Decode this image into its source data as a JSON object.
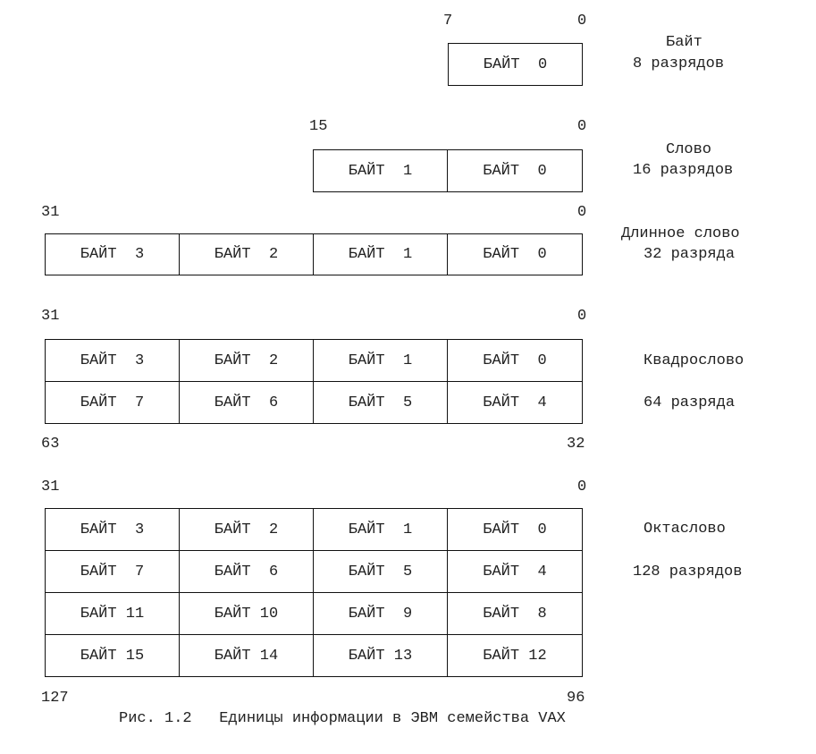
{
  "byte": {
    "bit_high": "7",
    "bit_low": "0",
    "cells": [
      [
        "БАЙТ  0"
      ]
    ],
    "name": "Байт",
    "bits": "8 разрядов"
  },
  "word": {
    "bit_high": "15",
    "bit_low": "0",
    "cells": [
      [
        "БАЙТ  1",
        "БАЙТ  0"
      ]
    ],
    "name": "Слово",
    "bits": "16 разрядов"
  },
  "longword": {
    "bit_high": "31",
    "bit_low": "0",
    "cells": [
      [
        "БАЙТ  3",
        "БАЙТ  2",
        "БАЙТ  1",
        "БАЙТ  0"
      ]
    ],
    "name": "Длинное слово",
    "bits": "32 разряда"
  },
  "quadword": {
    "bit_high": "31",
    "bit_low": "0",
    "bit_bottom_high": "63",
    "bit_bottom_low": "32",
    "cells": [
      [
        "БАЙТ  3",
        "БАЙТ  2",
        "БАЙТ  1",
        "БАЙТ  0"
      ],
      [
        "БАЙТ  7",
        "БАЙТ  6",
        "БАЙТ  5",
        "БАЙТ  4"
      ]
    ],
    "name": "Квадрослово",
    "bits": "64 разряда"
  },
  "octaword": {
    "bit_high": "31",
    "bit_low": "0",
    "bit_bottom_high": "127",
    "bit_bottom_low": "96",
    "cells": [
      [
        "БАЙТ  3",
        "БАЙТ  2",
        "БАЙТ  1",
        "БАЙТ  0"
      ],
      [
        "БАЙТ  7",
        "БАЙТ  6",
        "БАЙТ  5",
        "БАЙТ  4"
      ],
      [
        "БАЙТ 11",
        "БАЙТ 10",
        "БАЙТ  9",
        "БАЙТ  8"
      ],
      [
        "БАЙТ 15",
        "БАЙТ 14",
        "БАЙТ 13",
        "БАЙТ 12"
      ]
    ],
    "name": "Октаслово",
    "bits": "128 разрядов"
  },
  "caption": "Рис. 1.2   Единицы информации в ЭВМ семейства VAX"
}
